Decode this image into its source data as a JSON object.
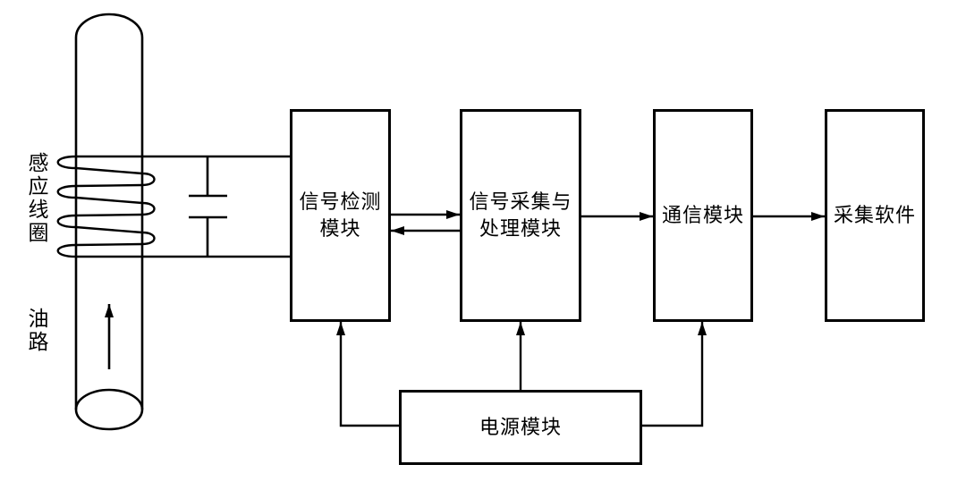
{
  "figure": {
    "type": "block-diagram",
    "background_color": "#ffffff",
    "line_color": "#000000",
    "labels": {
      "induction_coil": "感应线圈",
      "oil_path": "油路"
    },
    "modules": [
      {
        "id": "signal-detection-module",
        "lines": [
          "信号检测",
          "模块"
        ]
      },
      {
        "id": "signal-acquisition-processing-module",
        "lines": [
          "信号采集与",
          "处理模块"
        ]
      },
      {
        "id": "communication-module",
        "lines": [
          "通信模块"
        ]
      },
      {
        "id": "acquisition-software",
        "lines": [
          "采集软件"
        ]
      },
      {
        "id": "power-module",
        "lines": [
          "电源模块"
        ]
      }
    ],
    "connections": [
      {
        "from": "感应线圈",
        "to": "信号检测模块",
        "type": "wire-with-parallel-capacitor"
      },
      {
        "from": "信号检测模块",
        "to": "信号采集与处理模块",
        "type": "bidirectional-arrows"
      },
      {
        "from": "信号采集与处理模块",
        "to": "通信模块",
        "type": "arrow"
      },
      {
        "from": "通信模块",
        "to": "采集软件",
        "type": "arrow"
      },
      {
        "from": "电源模块",
        "to": "信号检测模块",
        "type": "arrow"
      },
      {
        "from": "电源模块",
        "to": "信号采集与处理模块",
        "type": "arrow"
      },
      {
        "from": "电源模块",
        "to": "通信模块",
        "type": "arrow"
      },
      {
        "from": "油路",
        "to": "感应线圈",
        "type": "flow-upward"
      }
    ]
  }
}
